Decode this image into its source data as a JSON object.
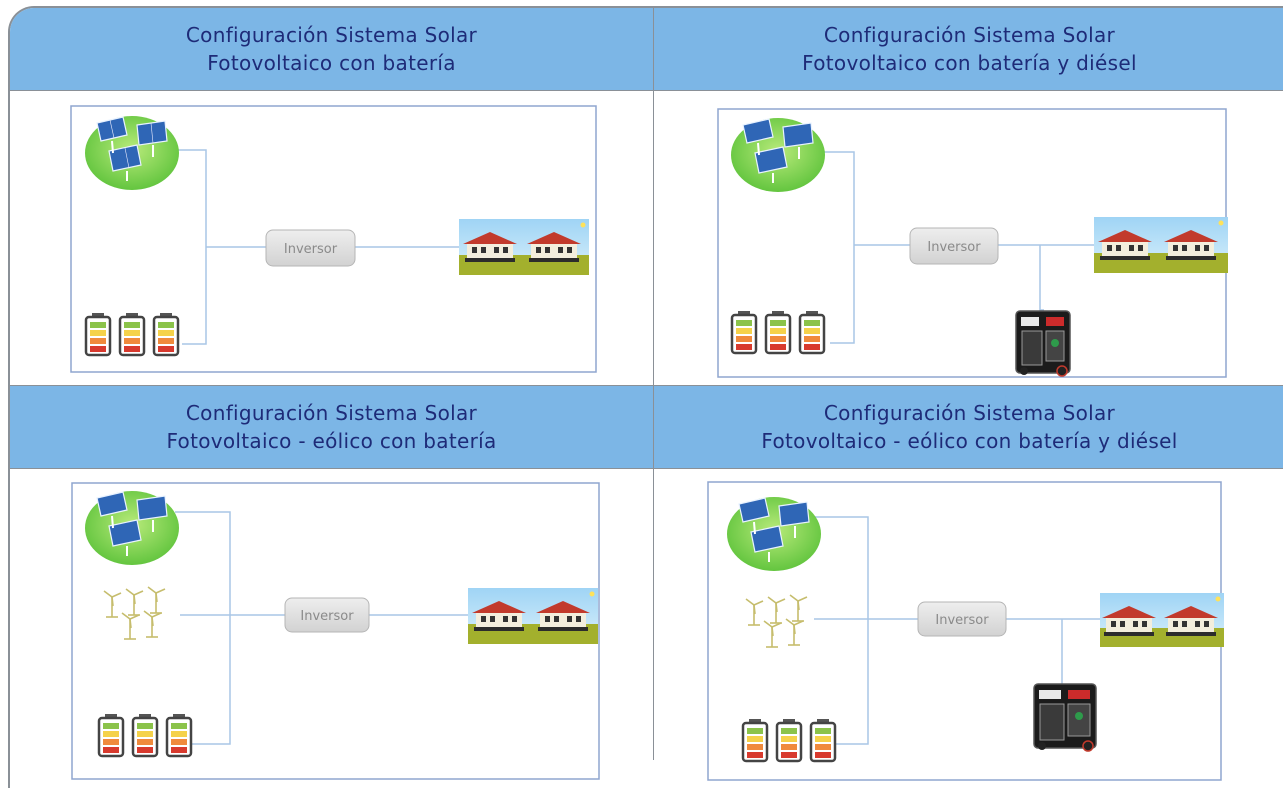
{
  "cells": [
    {
      "title_line1": "Configuración Sistema Solar",
      "title_line2": "Fotovoltaico con batería",
      "inverter_label": "Inversor",
      "components": [
        "solar-panels",
        "batteries",
        "inverter",
        "houses"
      ]
    },
    {
      "title_line1": "Configuración Sistema Solar",
      "title_line2": "Fotovoltaico con batería y diésel",
      "inverter_label": "Inversor",
      "components": [
        "solar-panels",
        "batteries",
        "inverter",
        "houses",
        "diesel-generator"
      ]
    },
    {
      "title_line1": "Configuración Sistema Solar",
      "title_line2": "Fotovoltaico - eólico con batería",
      "inverter_label": "Inversor",
      "components": [
        "solar-panels",
        "wind-turbines",
        "batteries",
        "inverter",
        "houses"
      ]
    },
    {
      "title_line1": "Configuración Sistema Solar",
      "title_line2": "Fotovoltaico - eólico con batería y diésel",
      "inverter_label": "Inversor",
      "components": [
        "solar-panels",
        "wind-turbines",
        "batteries",
        "inverter",
        "houses",
        "diesel-generator"
      ]
    }
  ],
  "colors": {
    "header_bg": "#7cb6e6",
    "header_text": "#1e2b78",
    "frame": "#8a9097",
    "diagram_border": "#8fa5cf",
    "connector": "#a9c6e6"
  }
}
